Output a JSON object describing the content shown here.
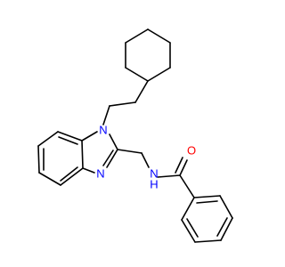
{
  "molecule": {
    "atom_labels": {
      "n1": "N",
      "n3": "N",
      "amide_n": "N",
      "amide_h": "H",
      "carbonyl_o": "O"
    },
    "colors": {
      "bond": "#000000",
      "nitrogen": "#0000ff",
      "oxygen": "#ff0000",
      "background": "#ffffff"
    }
  }
}
